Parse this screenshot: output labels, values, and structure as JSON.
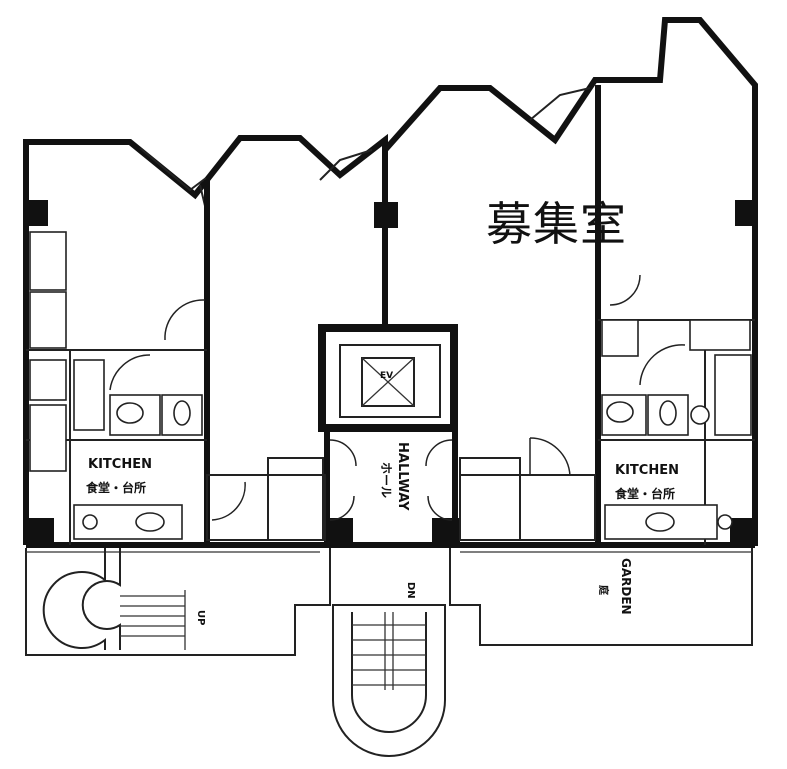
{
  "vacancy_label": "募集室",
  "kitchen_left": {
    "name": "KITCHEN",
    "jp": "食堂・台所"
  },
  "kitchen_right": {
    "name": "KITCHEN",
    "jp": "食堂・台所"
  },
  "hallway": {
    "name": "HALLWAY",
    "jp": "ホール"
  },
  "elevator_mark": "EV",
  "stair_left": "UP",
  "stair_center": "DN",
  "garden": {
    "name": "GARDEN",
    "jp": "庭"
  }
}
